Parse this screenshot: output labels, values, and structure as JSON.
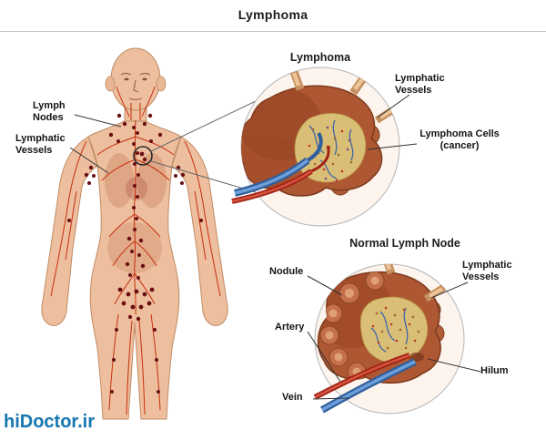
{
  "page": {
    "title": "Lymphoma",
    "watermark": "hiDoctor.ir"
  },
  "body": {
    "lymph_nodes_label": "Lymph\nNodes",
    "lymphatic_vessels_label": "Lymphatic\nVessels"
  },
  "lymphoma_inset": {
    "title": "Lymphoma",
    "lymphatic_vessels_label": "Lymphatic\nVessels",
    "lymphoma_cells_label": "Lymphoma Cells\n(cancer)"
  },
  "normal_inset": {
    "title": "Normal Lymph Node",
    "nodule_label": "Nodule",
    "artery_label": "Artery",
    "vein_label": "Vein",
    "lymphatic_vessels_label": "Lymphatic\nVessels",
    "hilum_label": "Hilum"
  },
  "colors": {
    "skin": "#edbf9e",
    "vessel_red": "#c41f00",
    "node_dot_red": "#6b0f12",
    "node_brown": "#ae5733",
    "medulla_yellow": "#d9be76",
    "artery_red": "#a22215",
    "vein_blue": "#2f5f9e",
    "watermark_blue": "#1a78b0"
  }
}
